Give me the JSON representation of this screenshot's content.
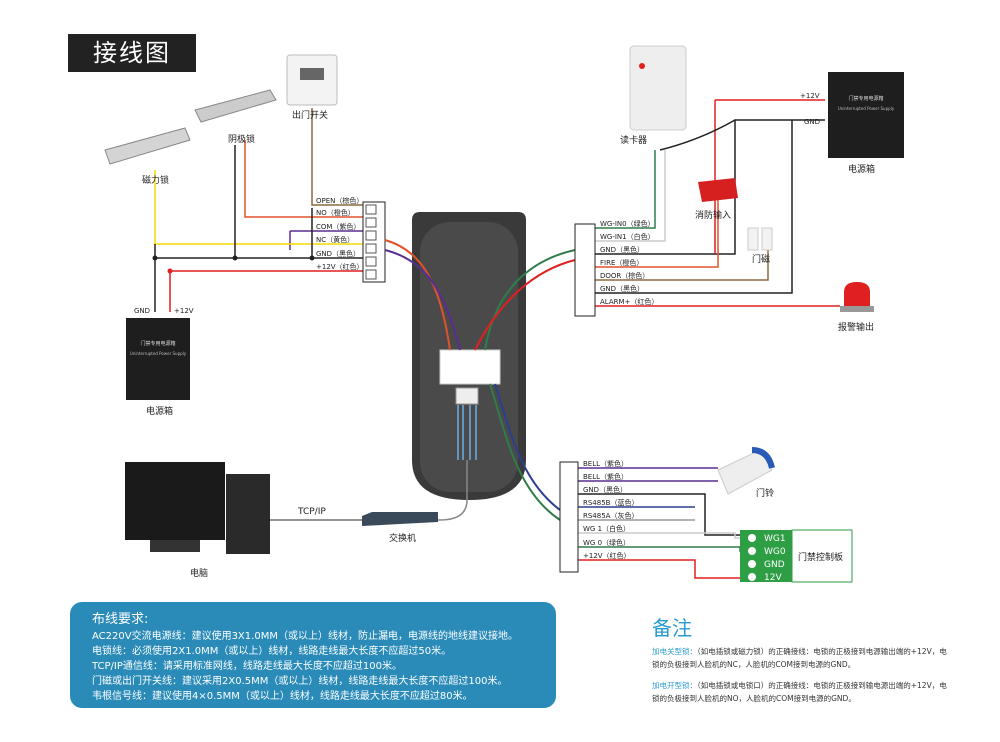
{
  "title": "接线图",
  "devices": {
    "exit_switch": "出门开关",
    "strike_lock": "阴极锁",
    "mag_lock": "磁力锁",
    "psu_left": "电源箱",
    "psu_right": "电源箱",
    "card_reader": "读卡器",
    "fire_input": "消防输入",
    "door_sensor": "门磁",
    "alarm_output": "报警输出",
    "doorbell": "门铃",
    "switch": "交换机",
    "computer": "电脑",
    "tcpip": "TCP/IP",
    "controller": "门禁控制板"
  },
  "psu_left_labels": {
    "gnd": "GND",
    "v12": "+12V"
  },
  "psu_right_labels": {
    "v12": "+12V",
    "gnd": "GND"
  },
  "psu_box_text": {
    "title": "门禁专用电源箱",
    "sub": "Uninterrupted Power Supply"
  },
  "controller_terminals": [
    "WG1",
    "WG0",
    "GND",
    "12V"
  ],
  "left_terminals": [
    "OPEN（棕色）",
    "NO（橙色）",
    "COM（紫色）",
    "NC（黄色）",
    "GND（黑色）",
    "+12V（红色）"
  ],
  "right_top_terminals": [
    "WG-IN0（绿色）",
    "WG-IN1（白色）",
    "GND（黑色）",
    "FIRE（橙色）",
    "DOOR（棕色）",
    "GND（黑色）",
    "ALARM+（红色）"
  ],
  "right_bottom_terminals": [
    "BELL（紫色）",
    "BELL（紫色）",
    "GND（黑色）",
    "RS485B（蓝色）",
    "RS485A（灰色）",
    "WG 1（白色）",
    "WG 0（绿色）",
    "+12V（红色）"
  ],
  "wiring_requirements": {
    "heading": "布线要求:",
    "lines": [
      "AC220V交流电源线：建议使用3X1.0MM（或以上）线材，防止漏电，电源线的地线建议接地。",
      "电锁线：必须使用2X1.0MM（或以上）线材，线路走线最大长度不应超过50米。",
      "TCP/IP通信线：请采用标准网线，线路走线最大长度不应超过100米。",
      "门磁或出门开关线：建议采用2X0.5MM（或以上）线材，线路走线最大长度不应超过100米。",
      "韦根信号线：建议使用4×0.5MM（或以上）线材，线路走线最大长度不应超过80米。"
    ]
  },
  "notes": {
    "heading": "备注",
    "items": [
      {
        "key": "加电关型锁：",
        "text": "（如电插锁或磁力锁）的正确接线：电锁的正极接到电源输出端的+12V，电锁的负极接到人脸机的NC，人脸机的COM接到电源的GND。"
      },
      {
        "key": "加电开型锁：",
        "text": "（如电插锁或电锁口）的正确接线：电锁的正极接到输电源出端的+12V，电锁的负极接到人脸机的NO，人脸机的COM接到电源的GND。"
      }
    ]
  },
  "colors": {
    "accent": "#2a8bb8",
    "brown": "#8b6a3e",
    "orange": "#e0522a",
    "purple": "#5a2d91",
    "yellow": "#f5d800",
    "black": "#222222",
    "red": "#e02020",
    "green": "#2f7d4a",
    "blue": "#2a3f8f",
    "gray": "#999999",
    "controller": "#2e9e44"
  }
}
